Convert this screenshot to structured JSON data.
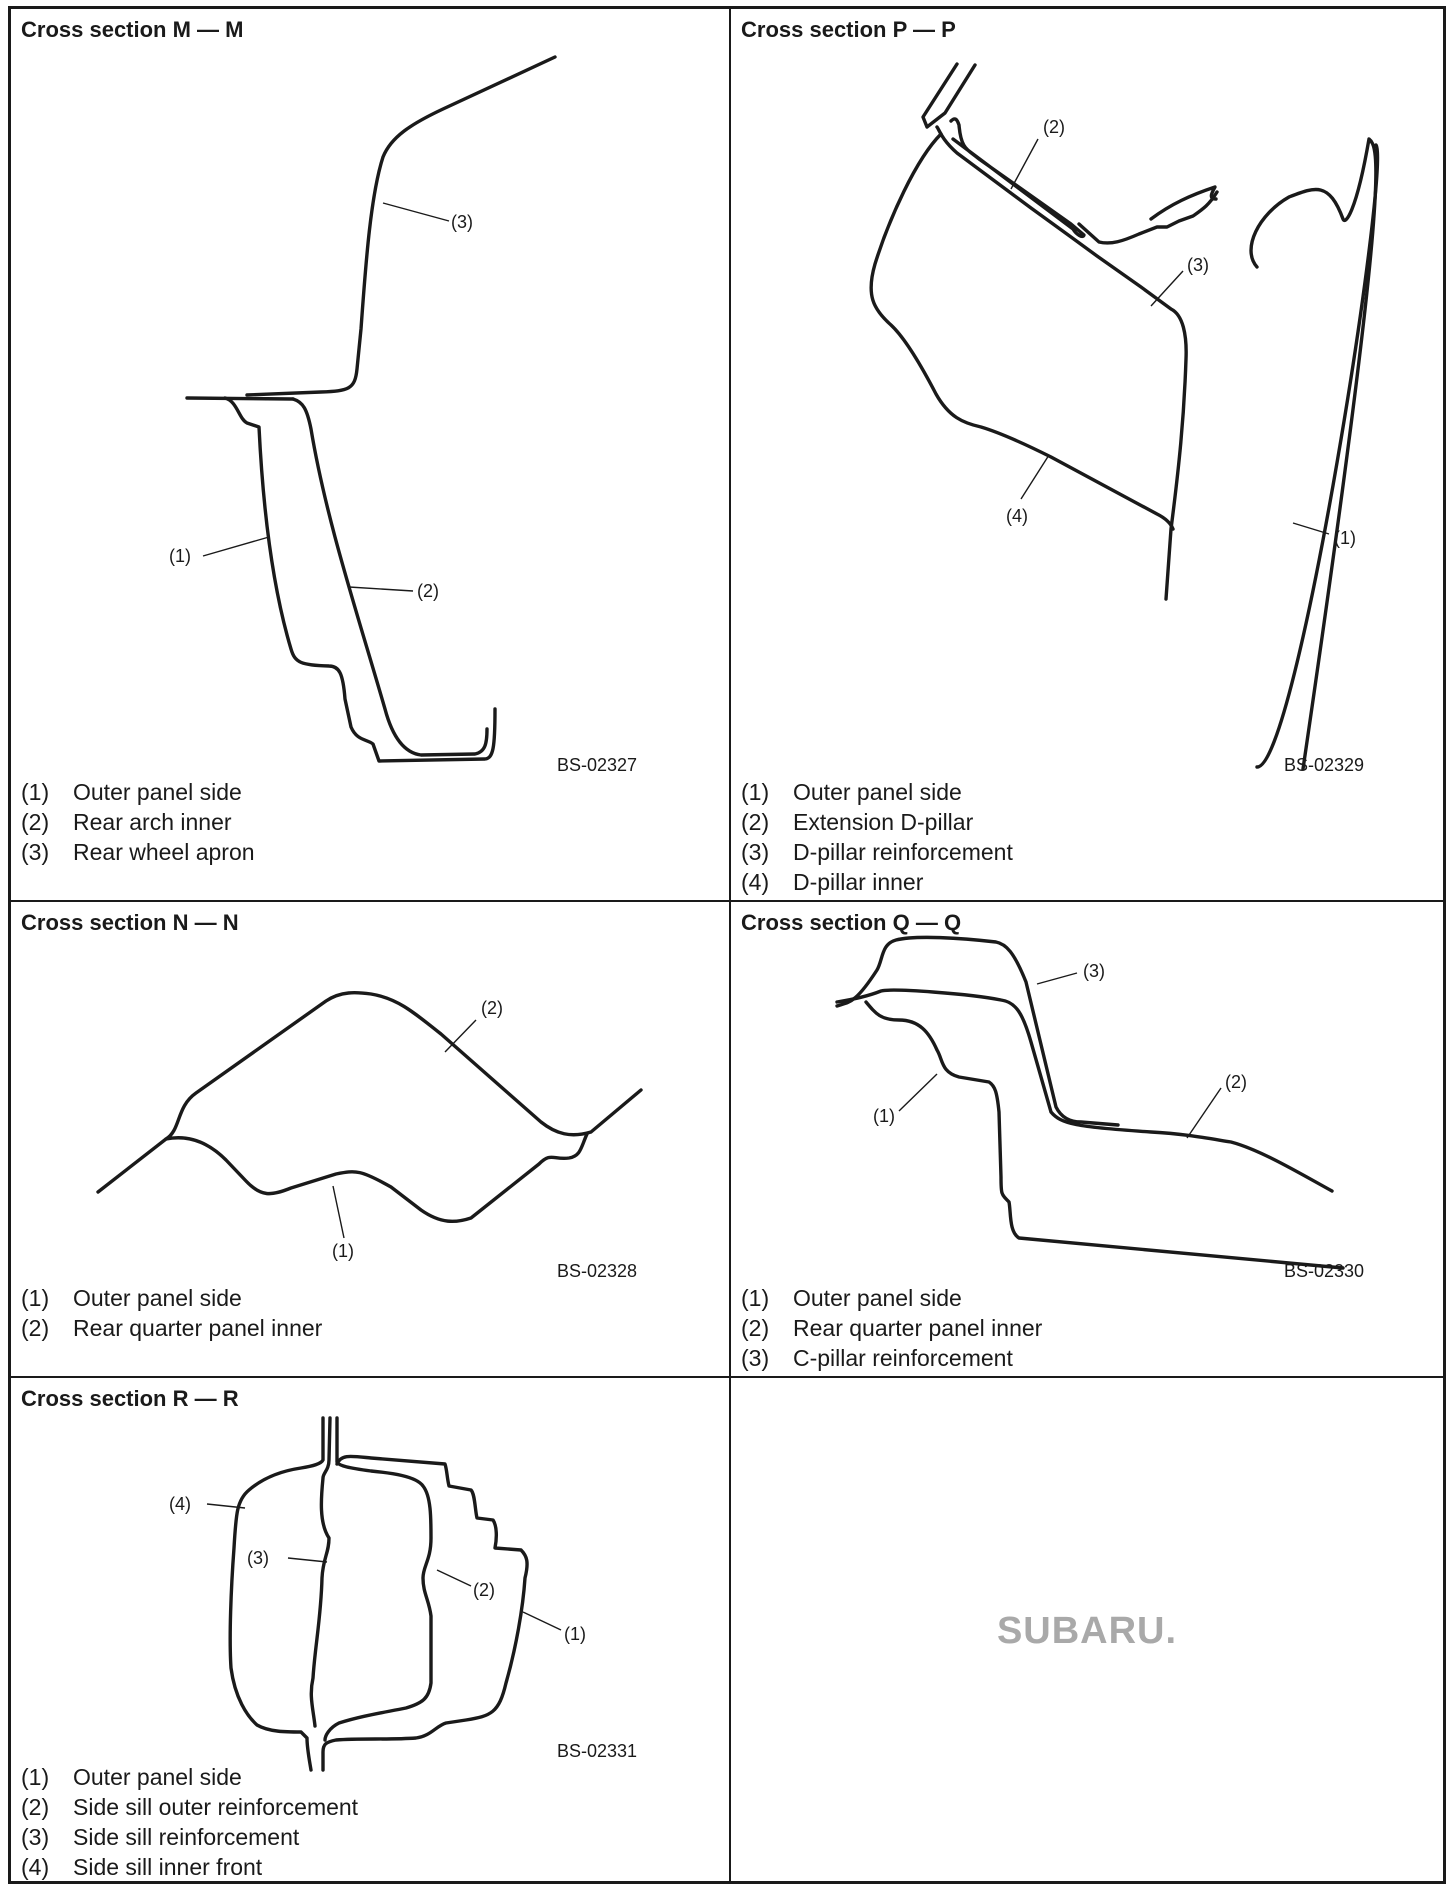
{
  "sections": [
    {
      "id": "m",
      "title": "Cross section M — M",
      "figure_code": "BS-02327",
      "legend": [
        {
          "num": "(1)",
          "label": "Outer panel side"
        },
        {
          "num": "(2)",
          "label": "Rear arch inner"
        },
        {
          "num": "(3)",
          "label": "Rear wheel apron"
        }
      ],
      "callouts": [
        "(1)",
        "(2)",
        "(3)"
      ]
    },
    {
      "id": "p",
      "title": "Cross section P — P",
      "figure_code": "BS-02329",
      "legend": [
        {
          "num": "(1)",
          "label": "Outer panel side"
        },
        {
          "num": "(2)",
          "label": "Extension D-pillar"
        },
        {
          "num": "(3)",
          "label": "D-pillar reinforcement"
        },
        {
          "num": "(4)",
          "label": "D-pillar inner"
        }
      ],
      "callouts": [
        "(1)",
        "(2)",
        "(3)",
        "(4)"
      ]
    },
    {
      "id": "n",
      "title": "Cross section N — N",
      "figure_code": "BS-02328",
      "legend": [
        {
          "num": "(1)",
          "label": "Outer panel side"
        },
        {
          "num": "(2)",
          "label": "Rear quarter panel inner"
        }
      ],
      "callouts": [
        "(1)",
        "(2)"
      ]
    },
    {
      "id": "q",
      "title": "Cross section Q — Q",
      "figure_code": "BS-02330",
      "legend": [
        {
          "num": "(1)",
          "label": "Outer panel side"
        },
        {
          "num": "(2)",
          "label": "Rear quarter panel inner"
        },
        {
          "num": "(3)",
          "label": "C-pillar reinforcement"
        }
      ],
      "callouts": [
        "(1)",
        "(2)",
        "(3)"
      ]
    },
    {
      "id": "r",
      "title": "Cross section R — R",
      "figure_code": "BS-02331",
      "legend": [
        {
          "num": "(1)",
          "label": "Outer panel side"
        },
        {
          "num": "(2)",
          "label": "Side sill outer reinforcement"
        },
        {
          "num": "(3)",
          "label": "Side sill reinforcement"
        },
        {
          "num": "(4)",
          "label": "Side sill inner front"
        }
      ],
      "callouts": [
        "(1)",
        "(2)",
        "(3)",
        "(4)"
      ]
    }
  ],
  "logo": {
    "text": "SUBARU."
  }
}
